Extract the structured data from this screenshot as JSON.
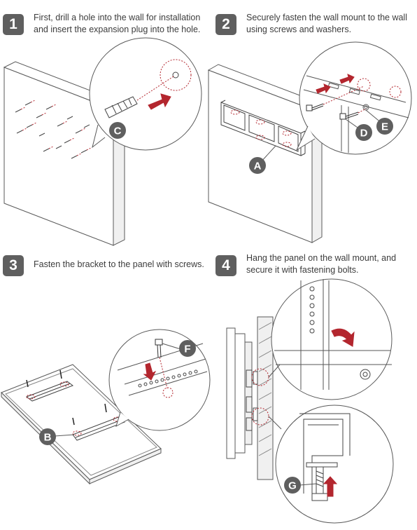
{
  "steps": [
    {
      "number": "1",
      "text_lines": [
        "First, drill a hole into the wall for installation",
        "and insert the expansion plug into the hole."
      ]
    },
    {
      "number": "2",
      "text_lines": [
        "Securely fasten the wall mount to the wall",
        "using screws and washers."
      ]
    },
    {
      "number": "3",
      "text_lines": [
        "Fasten the bracket to the panel with screws."
      ]
    },
    {
      "number": "4",
      "text_lines": [
        "Hang the panel on the wall mount, and",
        "secure it with fastening bolts."
      ]
    }
  ],
  "callouts": {
    "A": "A",
    "B": "B",
    "C": "C",
    "D": "D",
    "E": "E",
    "F": "F",
    "G": "G"
  },
  "colors": {
    "badge": "#5f5f5f",
    "accent_red": "#b3262e",
    "line": "#555555",
    "callout_circle": "#5f5f5f"
  },
  "icons": {
    "arrow": "push-arrow-icon",
    "rotate": "rotate-arrow-icon"
  }
}
